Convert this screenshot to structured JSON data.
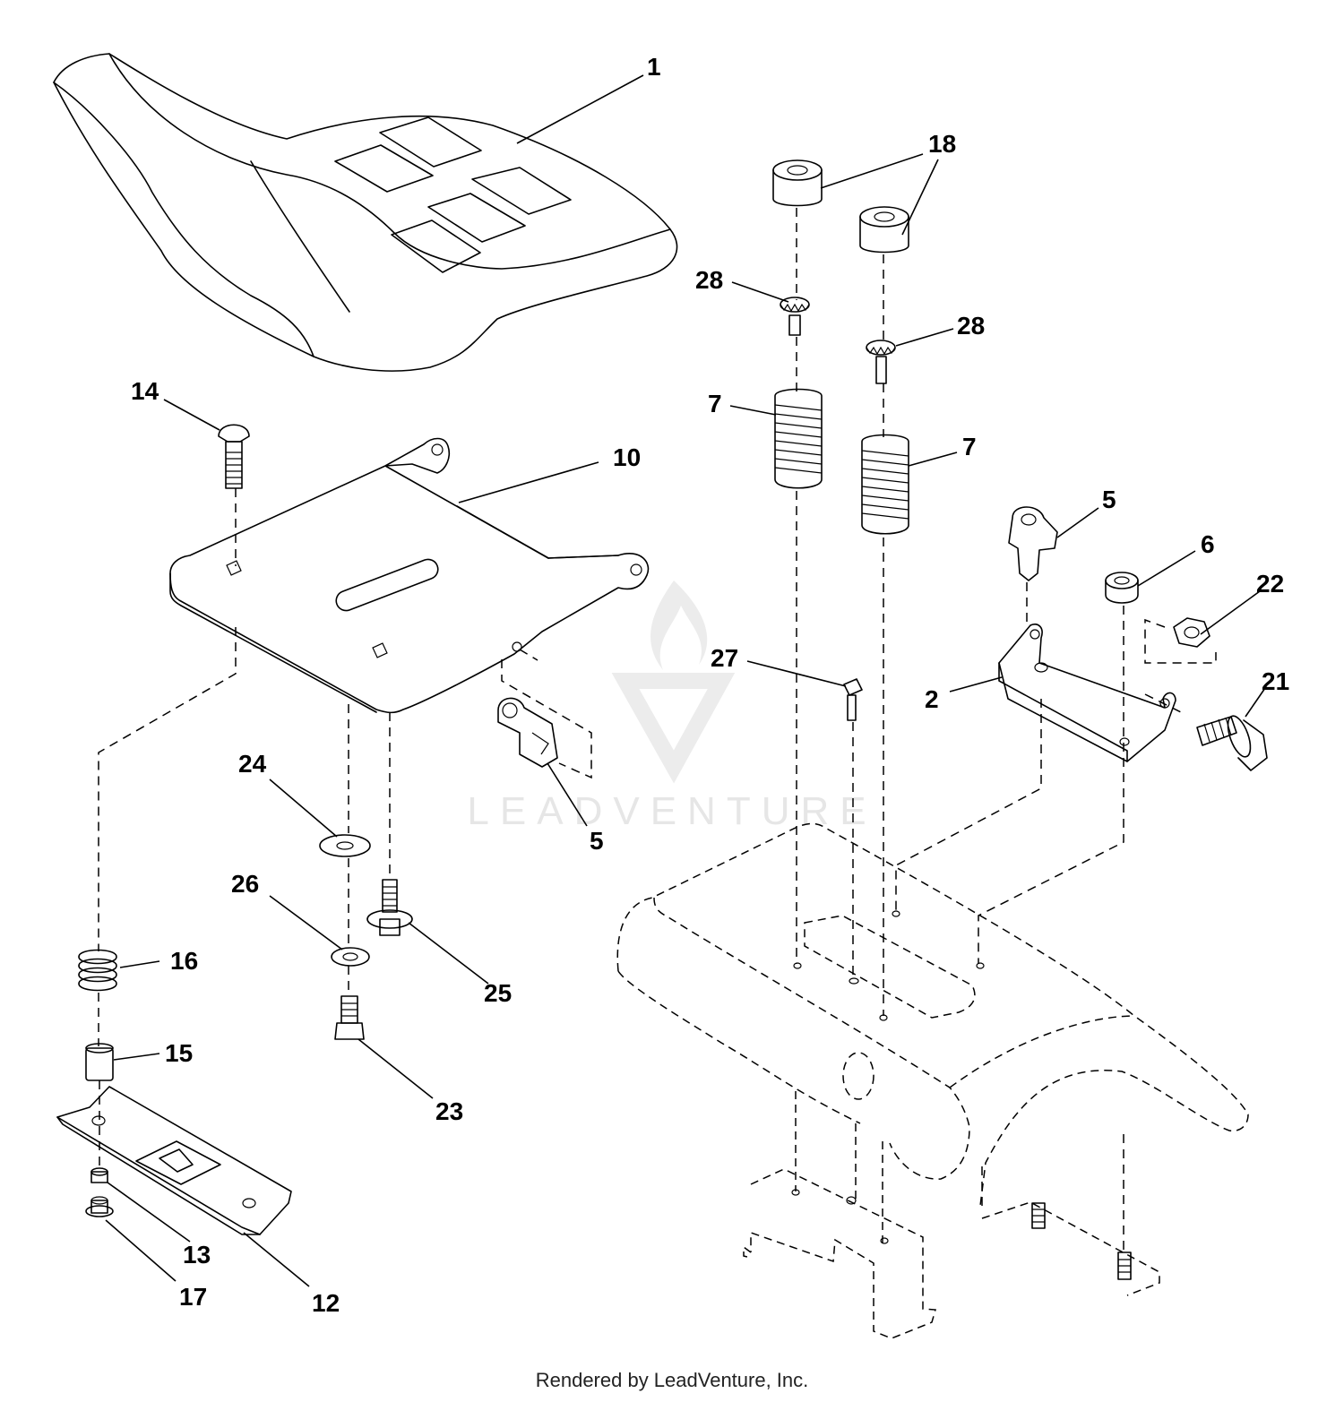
{
  "diagram": {
    "callouts": {
      "c1": "1",
      "c2": "2",
      "c5a": "5",
      "c5b": "5",
      "c6": "6",
      "c7a": "7",
      "c7b": "7",
      "c10": "10",
      "c12": "12",
      "c13": "13",
      "c14": "14",
      "c15": "15",
      "c16": "16",
      "c17": "17",
      "c18": "18",
      "c21": "21",
      "c22": "22",
      "c23": "23",
      "c24": "24",
      "c25": "25",
      "c26": "26",
      "c27": "27",
      "c28a": "28",
      "c28b": "28"
    },
    "watermark": "LEADVENTURE"
  },
  "footer": {
    "text": "Rendered by LeadVenture, Inc."
  },
  "icons": {
    "watermark_logo": "flame-v-logo-icon"
  }
}
